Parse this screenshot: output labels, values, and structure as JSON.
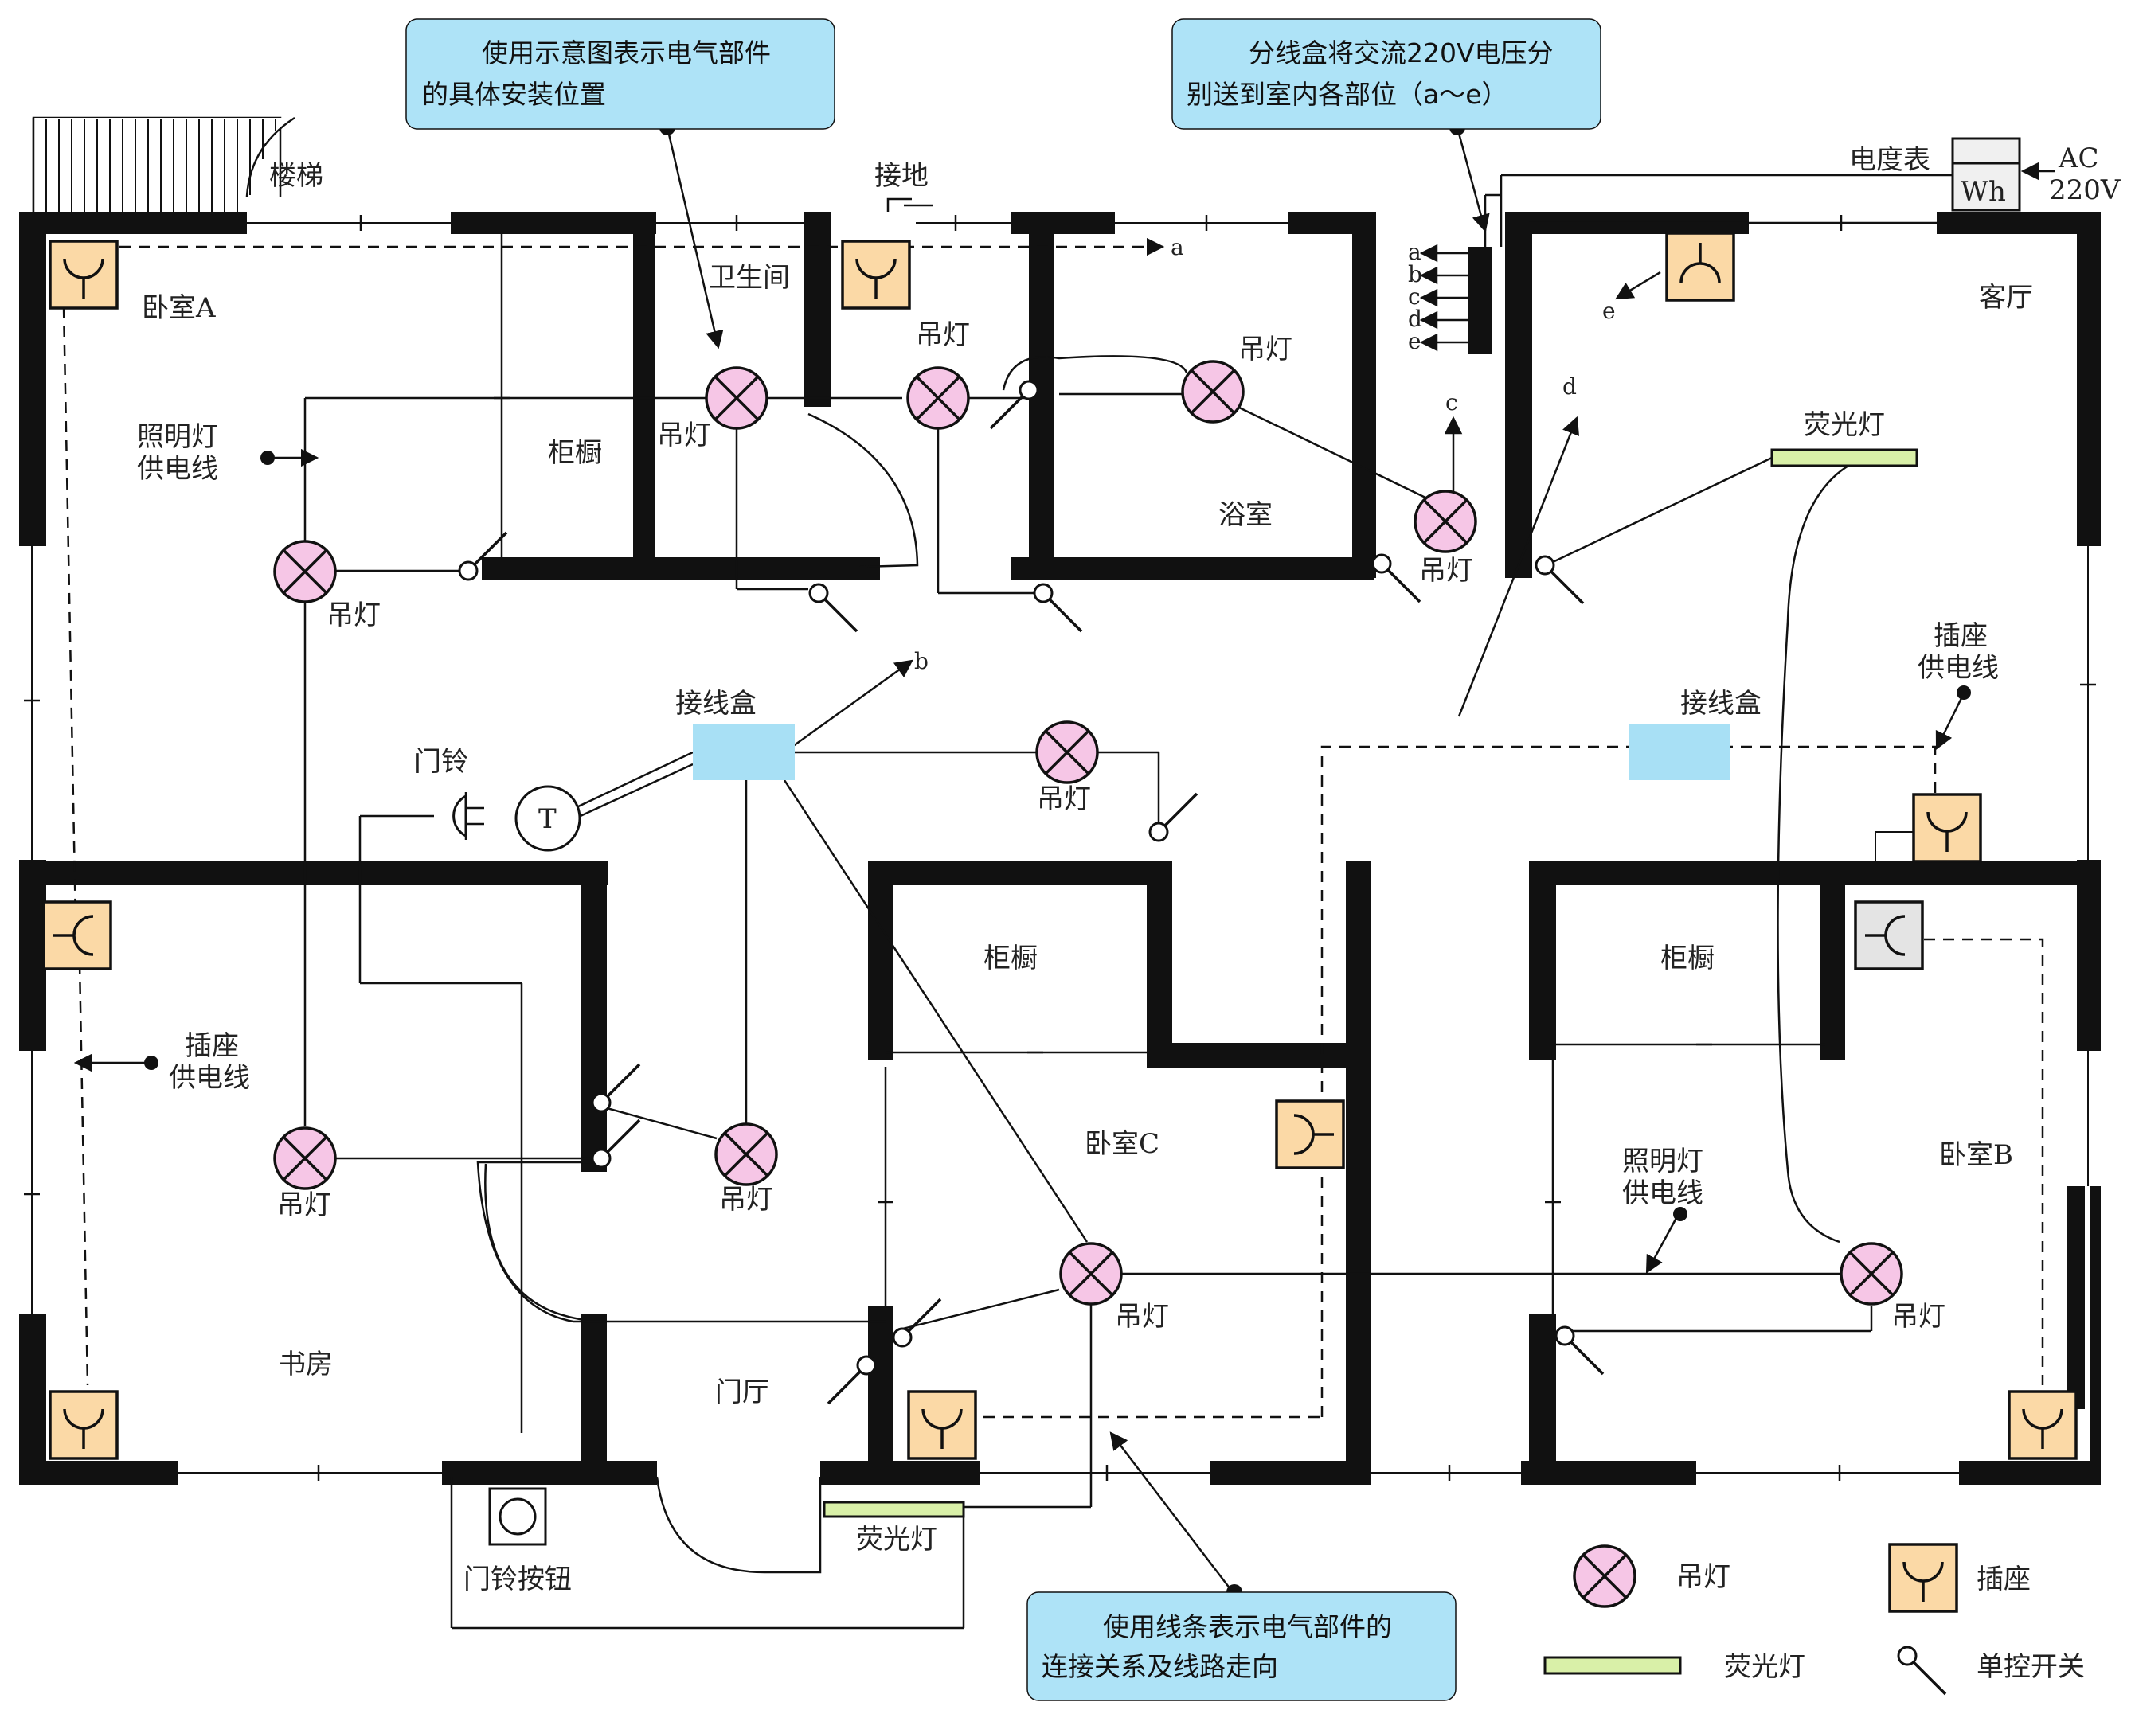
{
  "callouts": {
    "install_position": "使用示意图表示电气部件的具体安装位置",
    "junction_split": "分线盒将交流220V电压分别送到室内各部位（a～e）",
    "wire_lines": "使用线条表示电气部件的连接关系及线路走向"
  },
  "labels": {
    "stairs": "楼梯",
    "ground": "接地",
    "bedroom_a": "卧室A",
    "bathroom": "卫生间",
    "shower": "浴室",
    "closet": "柜橱",
    "living_room": "客厅",
    "meter": "电度表",
    "meter_unit": "Wh",
    "ac": "AC",
    "ac_voltage": "220V",
    "pendant_lamp": "吊灯",
    "fluorescent": "荧光灯",
    "junction_box": "接线盒",
    "doorbell": "门铃",
    "doorbell_button": "门铃按钮",
    "study": "书房",
    "foyer": "门厅",
    "bedroom_c": "卧室C",
    "bedroom_b": "卧室B",
    "light_supply_1": "照明灯",
    "light_supply_2": "供电线",
    "socket_supply_1": "插座",
    "socket_supply_2": "供电线",
    "bell_T": "T",
    "route_a": "a",
    "route_b": "b",
    "route_c": "c",
    "route_d": "d",
    "route_e": "e"
  },
  "legend": {
    "pendant": "吊灯",
    "socket": "插座",
    "fluorescent": "荧光灯",
    "switch": "单控开关"
  },
  "colors": {
    "lamp_fill": "#f6c6e6",
    "socket_fill": "#fbd9a6",
    "socket_grey": "#e4e4e4",
    "tube_fill": "#d9f0a8",
    "junction_fill": "#a8e0f5",
    "callout_fill": "#aee3f7"
  }
}
